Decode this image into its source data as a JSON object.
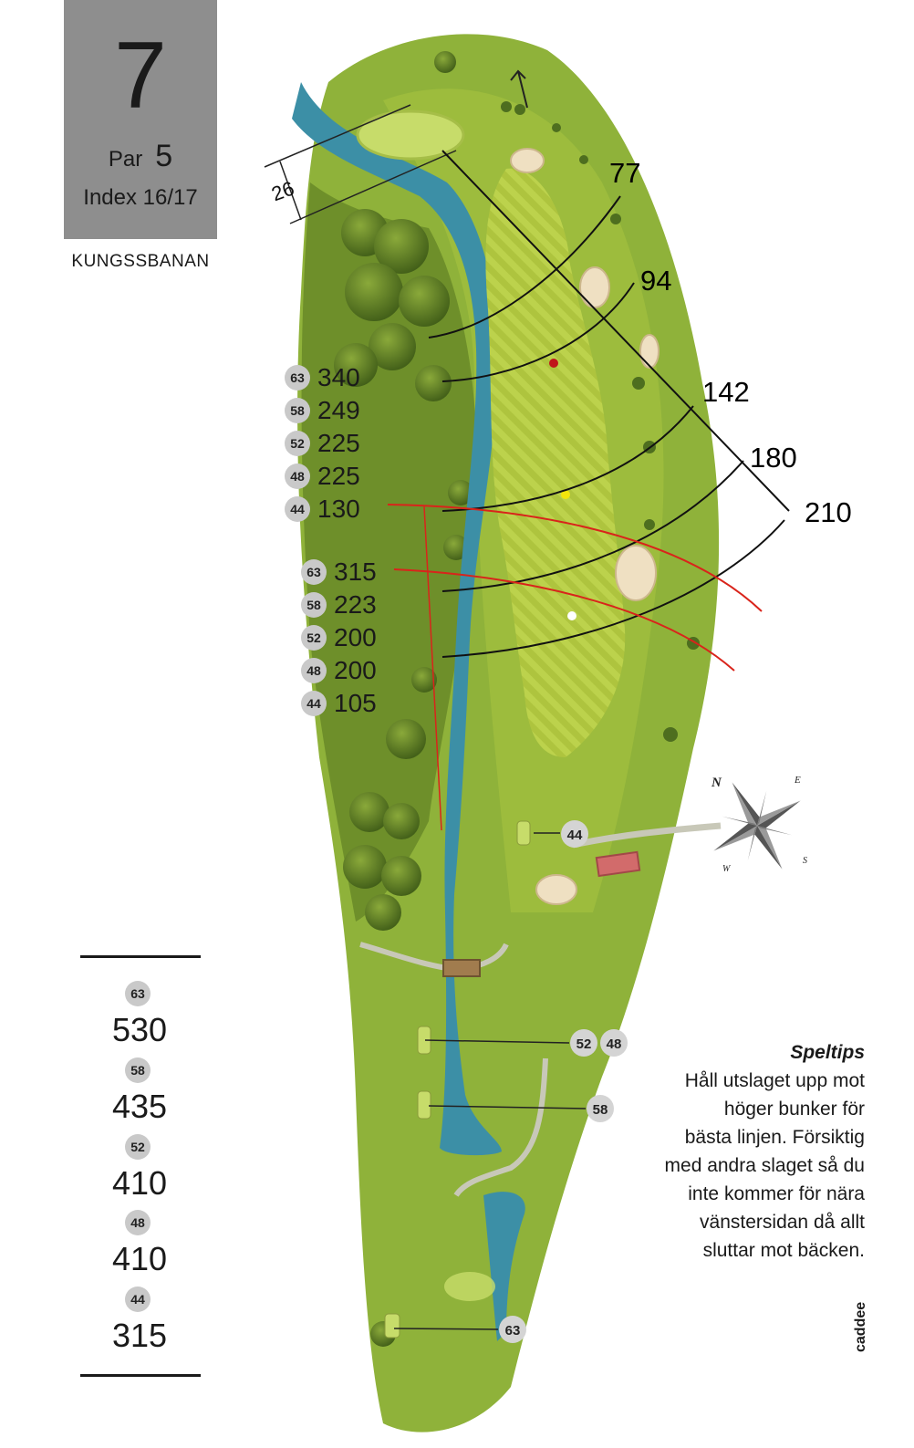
{
  "hole": {
    "number": "7",
    "par_label": "Par",
    "par": "5",
    "index": "Index 16/17",
    "course": "KUNGSSBANAN"
  },
  "carry_groups": [
    {
      "rows": [
        {
          "tee": "63",
          "dist": "340"
        },
        {
          "tee": "58",
          "dist": "249"
        },
        {
          "tee": "52",
          "dist": "225"
        },
        {
          "tee": "48",
          "dist": "225"
        },
        {
          "tee": "44",
          "dist": "130"
        }
      ]
    },
    {
      "rows": [
        {
          "tee": "63",
          "dist": "315"
        },
        {
          "tee": "58",
          "dist": "223"
        },
        {
          "tee": "52",
          "dist": "200"
        },
        {
          "tee": "48",
          "dist": "200"
        },
        {
          "tee": "44",
          "dist": "105"
        }
      ]
    }
  ],
  "green_distances": [
    "77",
    "94",
    "142",
    "180",
    "210"
  ],
  "green_depth": "26",
  "hole_lengths": [
    {
      "tee": "63",
      "length": "530"
    },
    {
      "tee": "58",
      "length": "435"
    },
    {
      "tee": "52",
      "length": "410"
    },
    {
      "tee": "48",
      "length": "410"
    },
    {
      "tee": "44",
      "length": "315"
    }
  ],
  "tee_markers": [
    "44",
    "52",
    "48",
    "58",
    "63"
  ],
  "compass": {
    "n": "N",
    "e": "E",
    "s": "S",
    "w": "W"
  },
  "tip": {
    "title": "Speltips",
    "lines": [
      "Håll utslaget upp mot",
      "höger bunker för",
      "bästa linjen. Försiktig",
      "med andra slaget så du",
      "inte kommer för nära",
      "vänstersidan då allt",
      "sluttar mot bäcken."
    ]
  },
  "brand": "caddee",
  "colors": {
    "fairway": "#b8cf45",
    "rough": "#8fb23a",
    "water": "#3c8fa6",
    "bunker": "#efe0c2",
    "trees": "#4e6e1f",
    "carry_line": "#d9241b",
    "flag_red": "#c0161a",
    "marker_yellow": "#f2e40c",
    "marker_white": "#ffffff",
    "header_box": "#8e8e8e"
  }
}
